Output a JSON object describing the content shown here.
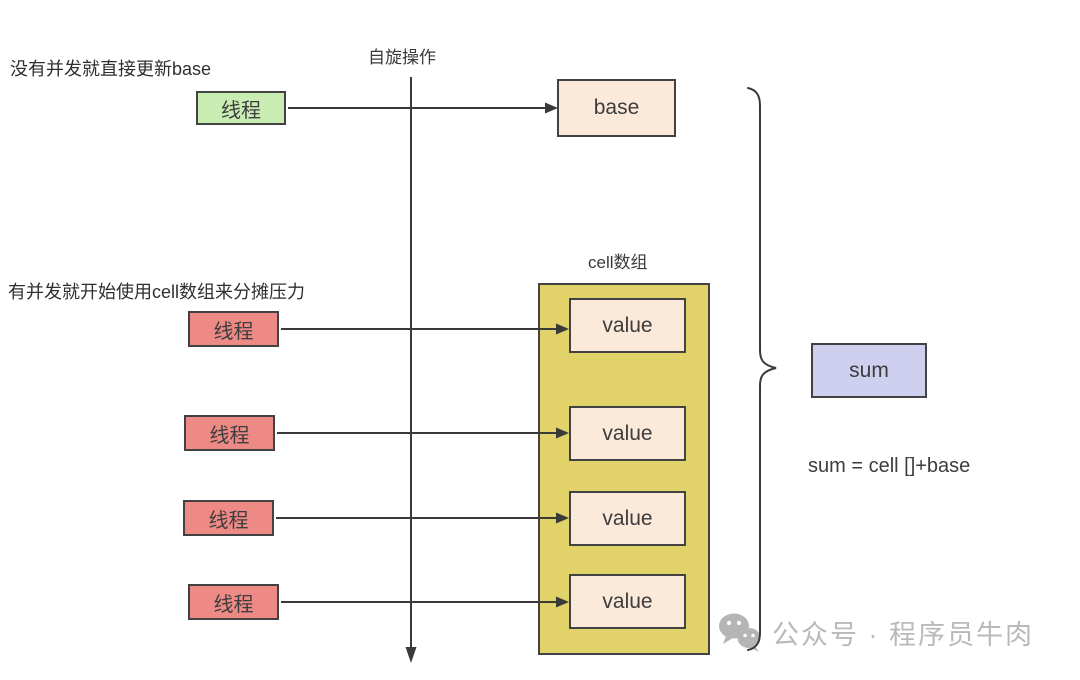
{
  "annotations": {
    "no_concurrency_note": "没有并发就直接更新base",
    "concurrency_note": "有并发就开始使用cell数组来分摊压力",
    "spin_label": "自旋操作",
    "formula": "sum = cell []+base"
  },
  "nodes": {
    "green_thread": "线程",
    "base": "base",
    "sum": "sum"
  },
  "red_threads": [
    "线程",
    "线程",
    "线程",
    "线程"
  ],
  "cell_array": {
    "label": "cell数组",
    "cells": [
      "value",
      "value",
      "value",
      "value"
    ]
  },
  "watermark": {
    "icon": "wechat-chat-bubbles-icon",
    "text": "公众号 · 程序员牛肉"
  },
  "colors": {
    "green_box": "#c9ecb2",
    "red_box": "#ee8a85",
    "peach_box": "#fbe9da",
    "yellow_container": "#e2d26a",
    "lavender_box": "#cfcff0",
    "box_border": "#424242",
    "line": "#3a3a3a",
    "watermark_gray": "#b9b9b9",
    "text": "#2f2f2f"
  }
}
